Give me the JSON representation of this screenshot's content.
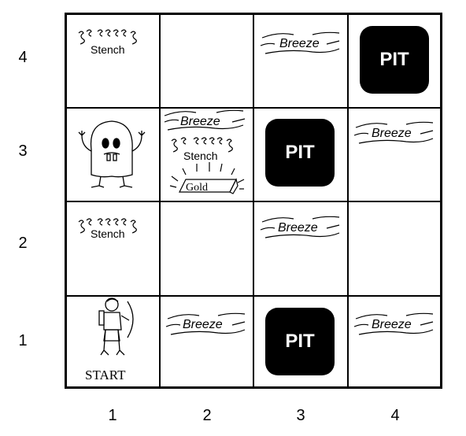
{
  "grid": {
    "row_labels": [
      "4",
      "3",
      "2",
      "1"
    ],
    "col_labels": [
      "1",
      "2",
      "3",
      "4"
    ]
  },
  "cells": {
    "c1_4": {
      "stench": "Stench"
    },
    "c3_4": {
      "breeze": "Breeze"
    },
    "c4_4": {
      "pit": "PIT"
    },
    "c1_3": {
      "wumpus_icon": "wumpus-monster-icon"
    },
    "c2_3": {
      "breeze": "Breeze",
      "stench": "Stench",
      "gold": "Gold"
    },
    "c3_3": {
      "pit": "PIT"
    },
    "c4_3": {
      "breeze": "Breeze"
    },
    "c1_2": {
      "stench": "Stench"
    },
    "c3_2": {
      "breeze": "Breeze"
    },
    "c1_1": {
      "agent_icon": "agent-archer-icon",
      "start": "START"
    },
    "c2_1": {
      "breeze": "Breeze"
    },
    "c3_1": {
      "pit": "PIT"
    },
    "c4_1": {
      "breeze": "Breeze"
    }
  },
  "colors": {
    "pit_fill": "#000000",
    "pit_text": "#ffffff",
    "grid_line": "#000000"
  }
}
